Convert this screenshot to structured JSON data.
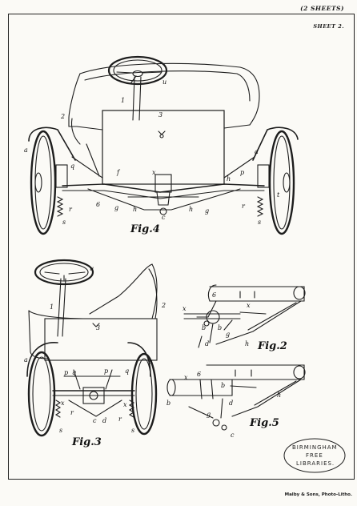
{
  "header": {
    "sheets": "(2 SHEETS)",
    "sheet_number": "SHEET 2."
  },
  "figures": {
    "fig4": "Fig.4",
    "fig3": "Fig.3",
    "fig2": "Fig.2",
    "fig5": "Fig.5"
  },
  "stamp": {
    "line1": "BIRMINGHAM",
    "line2": "FREE",
    "line3": "LIBRARIES."
  },
  "footer": {
    "printer": "Malby & Sons, Photo-Litho."
  }
}
